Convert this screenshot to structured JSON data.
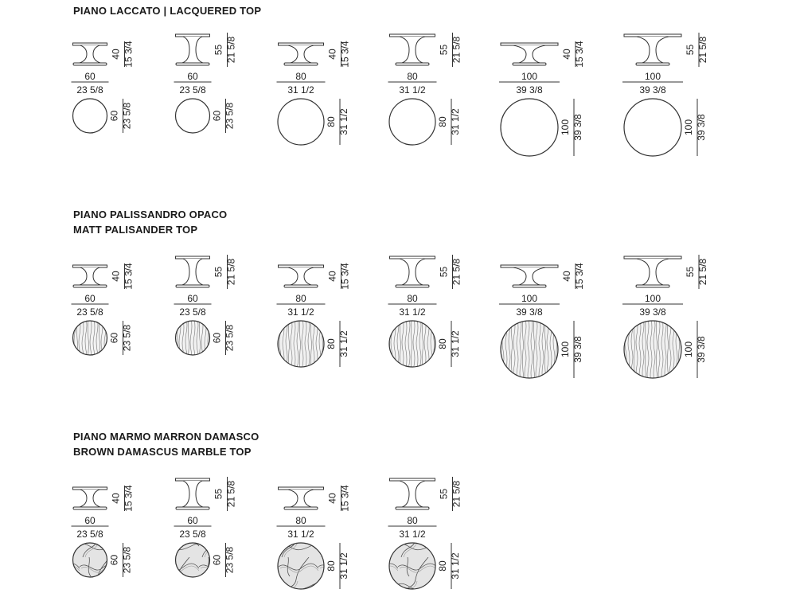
{
  "sections": [
    {
      "title_lines": [
        "PIANO LACCATO  |  LACQUERED TOP"
      ],
      "finish": "lacquered",
      "items": [
        {
          "width_cm": "60",
          "width_in": "23 5/8",
          "height_cm": "40",
          "height_in": "15 3/4",
          "diameter_cm": "60",
          "diameter_in": "23 5/8"
        },
        {
          "width_cm": "60",
          "width_in": "23 5/8",
          "height_cm": "55",
          "height_in": "21 5/8",
          "diameter_cm": "60",
          "diameter_in": "23 5/8"
        },
        {
          "width_cm": "80",
          "width_in": "31 1/2",
          "height_cm": "40",
          "height_in": "15 3/4",
          "diameter_cm": "80",
          "diameter_in": "31 1/2"
        },
        {
          "width_cm": "80",
          "width_in": "31 1/2",
          "height_cm": "55",
          "height_in": "21 5/8",
          "diameter_cm": "80",
          "diameter_in": "31 1/2"
        },
        {
          "width_cm": "100",
          "width_in": "39 3/8",
          "height_cm": "40",
          "height_in": "15 3/4",
          "diameter_cm": "100",
          "diameter_in": "39 3/8"
        },
        {
          "width_cm": "100",
          "width_in": "39 3/8",
          "height_cm": "55",
          "height_in": "21 5/8",
          "diameter_cm": "100",
          "diameter_in": "39 3/8"
        }
      ]
    },
    {
      "title_lines": [
        "PIANO PALISSANDRO OPACO",
        "MATT PALISANDER TOP"
      ],
      "finish": "palisander",
      "items": [
        {
          "width_cm": "60",
          "width_in": "23 5/8",
          "height_cm": "40",
          "height_in": "15 3/4",
          "diameter_cm": "60",
          "diameter_in": "23 5/8"
        },
        {
          "width_cm": "60",
          "width_in": "23 5/8",
          "height_cm": "55",
          "height_in": "21 5/8",
          "diameter_cm": "60",
          "diameter_in": "23 5/8"
        },
        {
          "width_cm": "80",
          "width_in": "31 1/2",
          "height_cm": "40",
          "height_in": "15 3/4",
          "diameter_cm": "80",
          "diameter_in": "31 1/2"
        },
        {
          "width_cm": "80",
          "width_in": "31 1/2",
          "height_cm": "55",
          "height_in": "21 5/8",
          "diameter_cm": "80",
          "diameter_in": "31 1/2"
        },
        {
          "width_cm": "100",
          "width_in": "39 3/8",
          "height_cm": "40",
          "height_in": "15 3/4",
          "diameter_cm": "100",
          "diameter_in": "39 3/8"
        },
        {
          "width_cm": "100",
          "width_in": "39 3/8",
          "height_cm": "55",
          "height_in": "21 5/8",
          "diameter_cm": "100",
          "diameter_in": "39 3/8"
        }
      ]
    },
    {
      "title_lines": [
        "PIANO MARMO MARRON DAMASCO",
        "BROWN DAMASCUS MARBLE TOP"
      ],
      "finish": "marble",
      "items": [
        {
          "width_cm": "60",
          "width_in": "23 5/8",
          "height_cm": "40",
          "height_in": "15 3/4",
          "diameter_cm": "60",
          "diameter_in": "23 5/8"
        },
        {
          "width_cm": "60",
          "width_in": "23 5/8",
          "height_cm": "55",
          "height_in": "21 5/8",
          "diameter_cm": "60",
          "diameter_in": "23 5/8"
        },
        {
          "width_cm": "80",
          "width_in": "31 1/2",
          "height_cm": "40",
          "height_in": "15 3/4",
          "diameter_cm": "80",
          "diameter_in": "31 1/2"
        },
        {
          "width_cm": "80",
          "width_in": "31 1/2",
          "height_cm": "55",
          "height_in": "21 5/8",
          "diameter_cm": "80",
          "diameter_in": "31 1/2"
        }
      ]
    }
  ]
}
